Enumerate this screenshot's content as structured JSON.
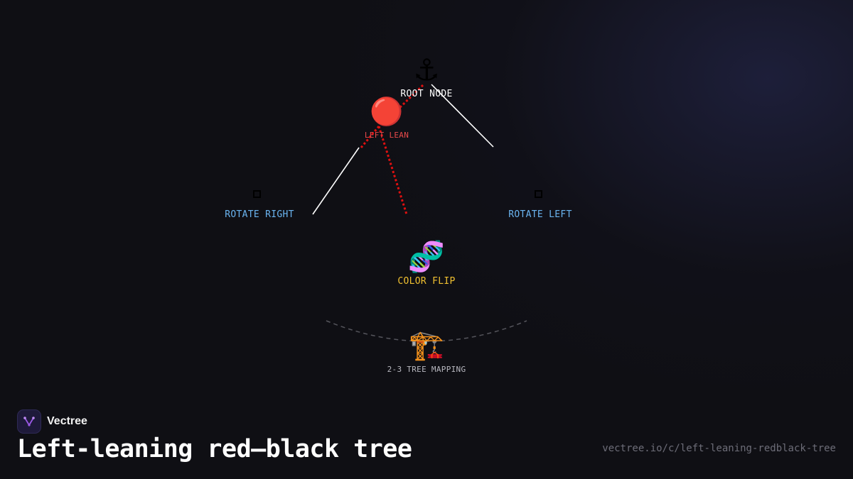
{
  "diagram": {
    "nodes": {
      "root": {
        "icon": "anchor-icon",
        "glyph": "⚓",
        "label": "ROOT NODE",
        "color": "#ffffff"
      },
      "left_lean": {
        "icon": "red-circle-icon",
        "glyph": "🔴",
        "label": "LEFT LEAN",
        "color": "#e84a4a"
      },
      "rotate_right": {
        "icon": "square-icon",
        "label": "ROTATE RIGHT",
        "color": "#6ab4f0"
      },
      "rotate_left": {
        "icon": "square-icon",
        "label": "ROTATE LEFT",
        "color": "#6ab4f0"
      },
      "color_flip": {
        "icon": "dna-icon",
        "glyph": "🧬",
        "label": "COLOR FLIP",
        "color": "#f0c030"
      },
      "tree_mapping": {
        "icon": "crane-icon",
        "glyph": "🏗️",
        "label": "2-3 TREE MAPPING",
        "color": "#b8b8c0"
      }
    },
    "edge_colors": {
      "white": "#ffffff",
      "red": "#e01010",
      "dashed": "#55555c"
    }
  },
  "footer": {
    "brand_name": "Vectree",
    "brand_icon": "vectree-logo-icon",
    "brand_color": "#9b59e6",
    "title": "Left-leaning red–black tree",
    "url": "vectree.io/c/left-leaning-redblack-tree"
  }
}
